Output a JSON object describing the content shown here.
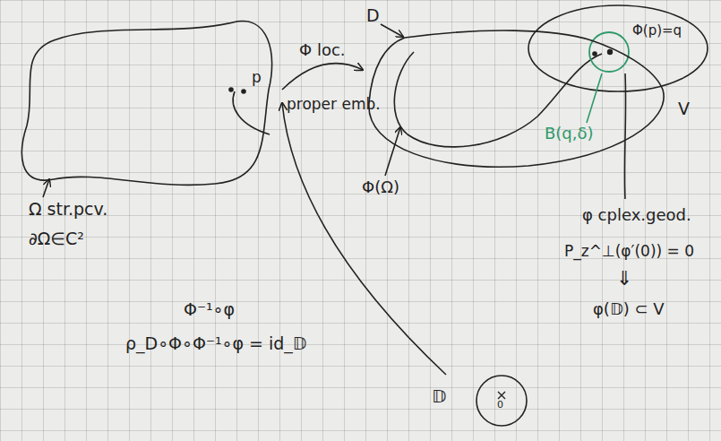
{
  "diagram": {
    "nodes": [
      {
        "text": [
          "Ω str.pcv.",
          "∂Ω∈C²"
        ]
      },
      {
        "text": [
          "D"
        ]
      },
      {
        "text": [
          "𝔻",
          "0"
        ]
      }
    ],
    "edges": [
      {
        "from": 0,
        "to": 1,
        "label": "Φ loc.",
        "arrow": "to"
      },
      {
        "from": 2,
        "to": 0,
        "arrow": "to"
      }
    ],
    "labels": [
      "p",
      "proper emb.",
      "Φ(p)=q",
      "V",
      "B(q,δ)",
      "Φ(Ω)",
      "φ cplex.geod.",
      "P_z^⊥(φ′(0)) = 0",
      "⇓",
      "φ(𝔻) ⊂ V",
      "Φ⁻¹∘φ",
      "ρ_D∘Φ∘Φ⁻¹∘φ = id_𝔻"
    ]
  }
}
